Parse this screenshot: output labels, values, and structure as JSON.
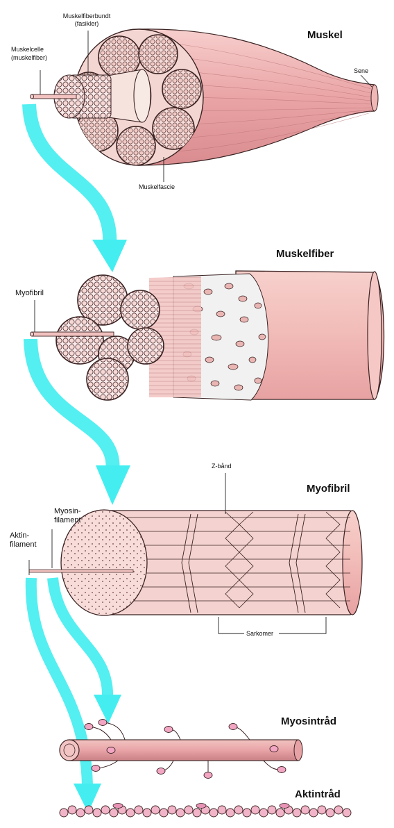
{
  "colors": {
    "arrow": "#44eef0",
    "muscle": "#f2b8b8",
    "muscle_dark": "#d98c8f",
    "outline": "#3a2222",
    "bundle_fill": "#f5d8d4",
    "sheath": "#eeeeee"
  },
  "sections": {
    "muskel": {
      "title": "Muskel",
      "label_bundle": "Muskelfiberbundt",
      "label_bundle_sub": "(fasikler)",
      "label_cell": "Muskelcelle",
      "label_cell_sub": "(muskelfiber)",
      "label_tendon": "Sene",
      "label_fascia": "Muskelfascie"
    },
    "muskelfiber": {
      "title": "Muskelfiber",
      "label_myofibril": "Myofibril"
    },
    "myofibril": {
      "title": "Myofibril",
      "label_zband": "Z-bånd",
      "label_myosin_1": "Myosin-",
      "label_myosin_2": "filament",
      "label_aktin_1": "Aktin-",
      "label_aktin_2": "filament",
      "label_sarkomer": "Sarkomer"
    },
    "myosintrad": {
      "title": "Myosintråd"
    },
    "aktintrad": {
      "title": "Aktintråd"
    }
  },
  "icons": [
    "arrow-icon"
  ]
}
